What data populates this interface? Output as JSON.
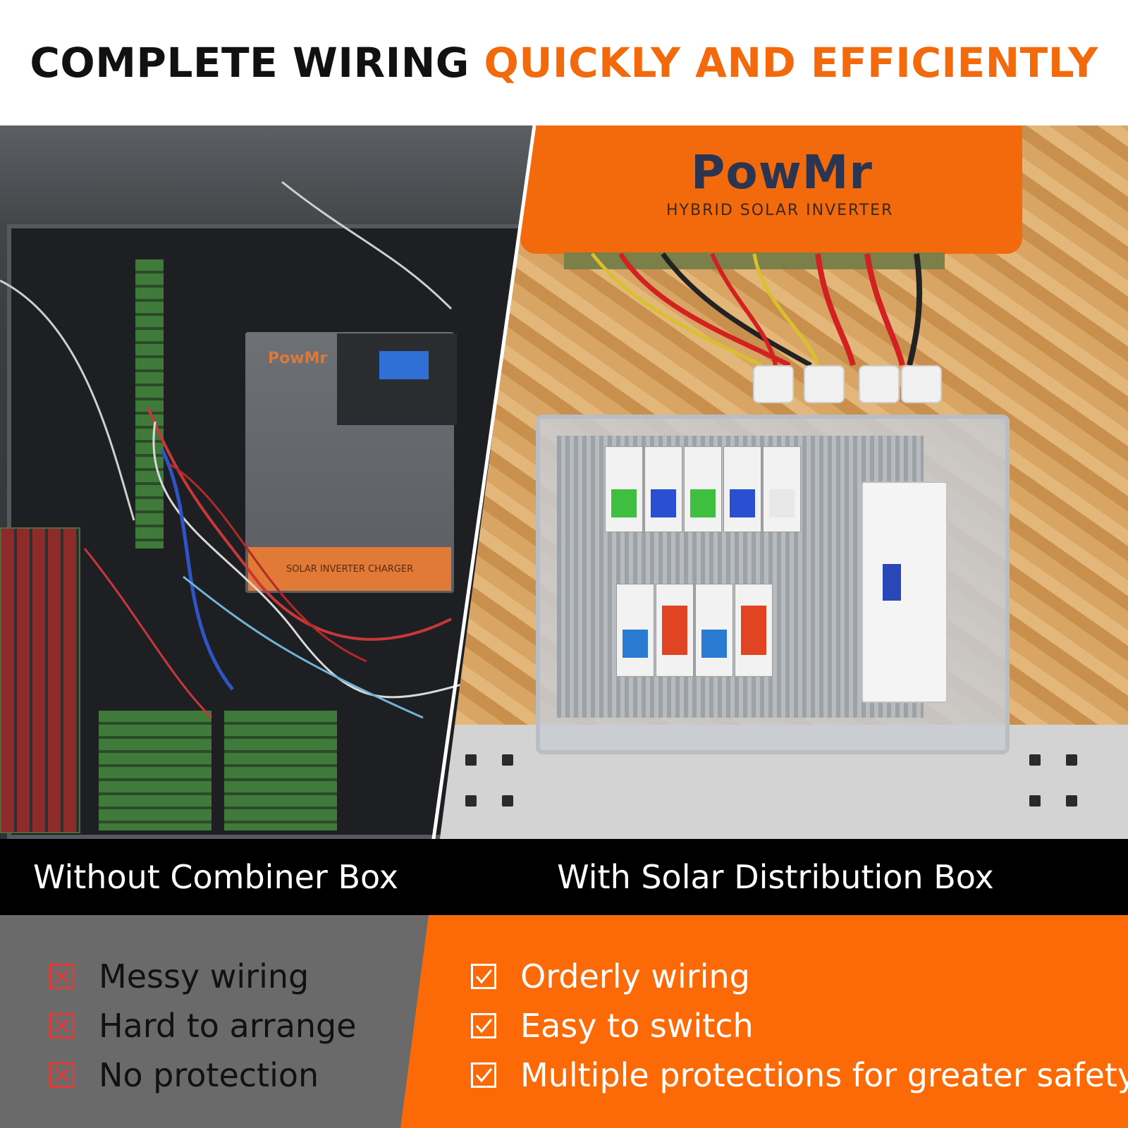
{
  "header": {
    "title_part1": "COMPLETE WIRING ",
    "title_part2": "QUICKLY AND EFFICIENTLY"
  },
  "left_photo": {
    "inverter_logo": "PowMr",
    "inverter_band": "SOLAR INVERTER CHARGER"
  },
  "right_photo": {
    "inverter_logo": "PowMr",
    "inverter_subtitle": "HYBRID SOLAR INVERTER"
  },
  "captions": {
    "left": "Without Combiner Box",
    "right": "With Solar Distribution Box"
  },
  "lists": {
    "left": [
      {
        "icon": "x-box-icon",
        "text": "Messy wiring"
      },
      {
        "icon": "x-box-icon",
        "text": "Hard to arrange"
      },
      {
        "icon": "x-box-icon",
        "text": "No protection"
      }
    ],
    "right": [
      {
        "icon": "check-box-icon",
        "text": "Orderly wiring"
      },
      {
        "icon": "check-box-icon",
        "text": "Easy to switch"
      },
      {
        "icon": "check-box-icon",
        "text": "Multiple protections for greater safety!"
      }
    ]
  },
  "colors": {
    "accent": "#f26a0c",
    "left_panel": "#6a6a6a",
    "right_panel": "#fb6a06",
    "caption_bar": "#000000",
    "x_icon": "#e53935"
  }
}
